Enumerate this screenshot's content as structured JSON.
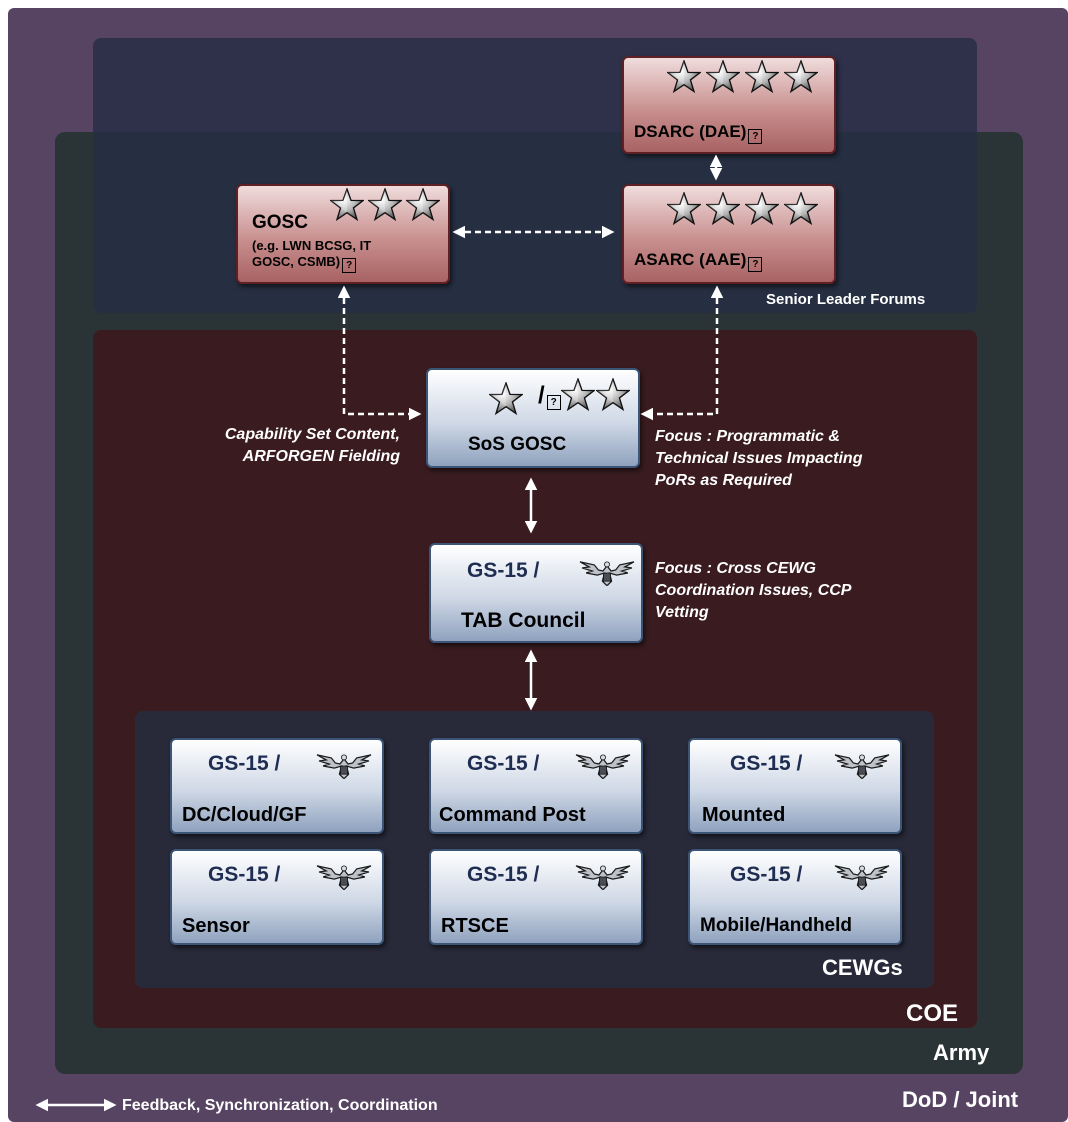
{
  "regions": {
    "dod": "DoD / Joint",
    "army": "Army",
    "senior": "Senior Leader Forums",
    "coe": "COE",
    "cewgs": "CEWGs"
  },
  "boxes": {
    "dsarc": "DSARC (DAE)",
    "asarc": "ASARC (AAE)",
    "gosc_title": "GOSC",
    "gosc_sub_1": "(e.g. LWN BCSG, IT",
    "gosc_sub_2": "GOSC,  CSMB)",
    "sos_gosc": "SoS GOSC",
    "sos_slash": "/",
    "tab_grade": "GS-15 /",
    "tab_council": "TAB Council"
  },
  "cewg_boxes": [
    {
      "grade": "GS-15 /",
      "name": "DC/Cloud/GF"
    },
    {
      "grade": "GS-15 /",
      "name": "Command Post"
    },
    {
      "grade": "GS-15 /",
      "name": "Mounted"
    },
    {
      "grade": "GS-15 /",
      "name": "Sensor"
    },
    {
      "grade": "GS-15 /",
      "name": "RTSCE"
    },
    {
      "grade": "GS-15 /",
      "name": "Mobile/Handheld"
    }
  ],
  "notes": {
    "capability_1": "Capability Set Content,",
    "capability_2": "ARFORGEN  Fielding",
    "focus_prog_1": "Focus : Programmatic &",
    "focus_prog_2": "Technical Issues Impacting",
    "focus_prog_3": "PoRs as Required",
    "focus_cross_1": "Focus : Cross CEWG",
    "focus_cross_2": "Coordination Issues, CCP",
    "focus_cross_3": "Vetting"
  },
  "legend": "Feedback, Synchronization, Coordination",
  "glyph": "?",
  "colors": {
    "dod": "#574462",
    "army": "#2a3436",
    "senior": "#262d44",
    "coe": "#3a1c20",
    "cewgs": "#282a3a",
    "red_box_border": "#5e1f25",
    "blue_box_border": "#3c5577"
  }
}
